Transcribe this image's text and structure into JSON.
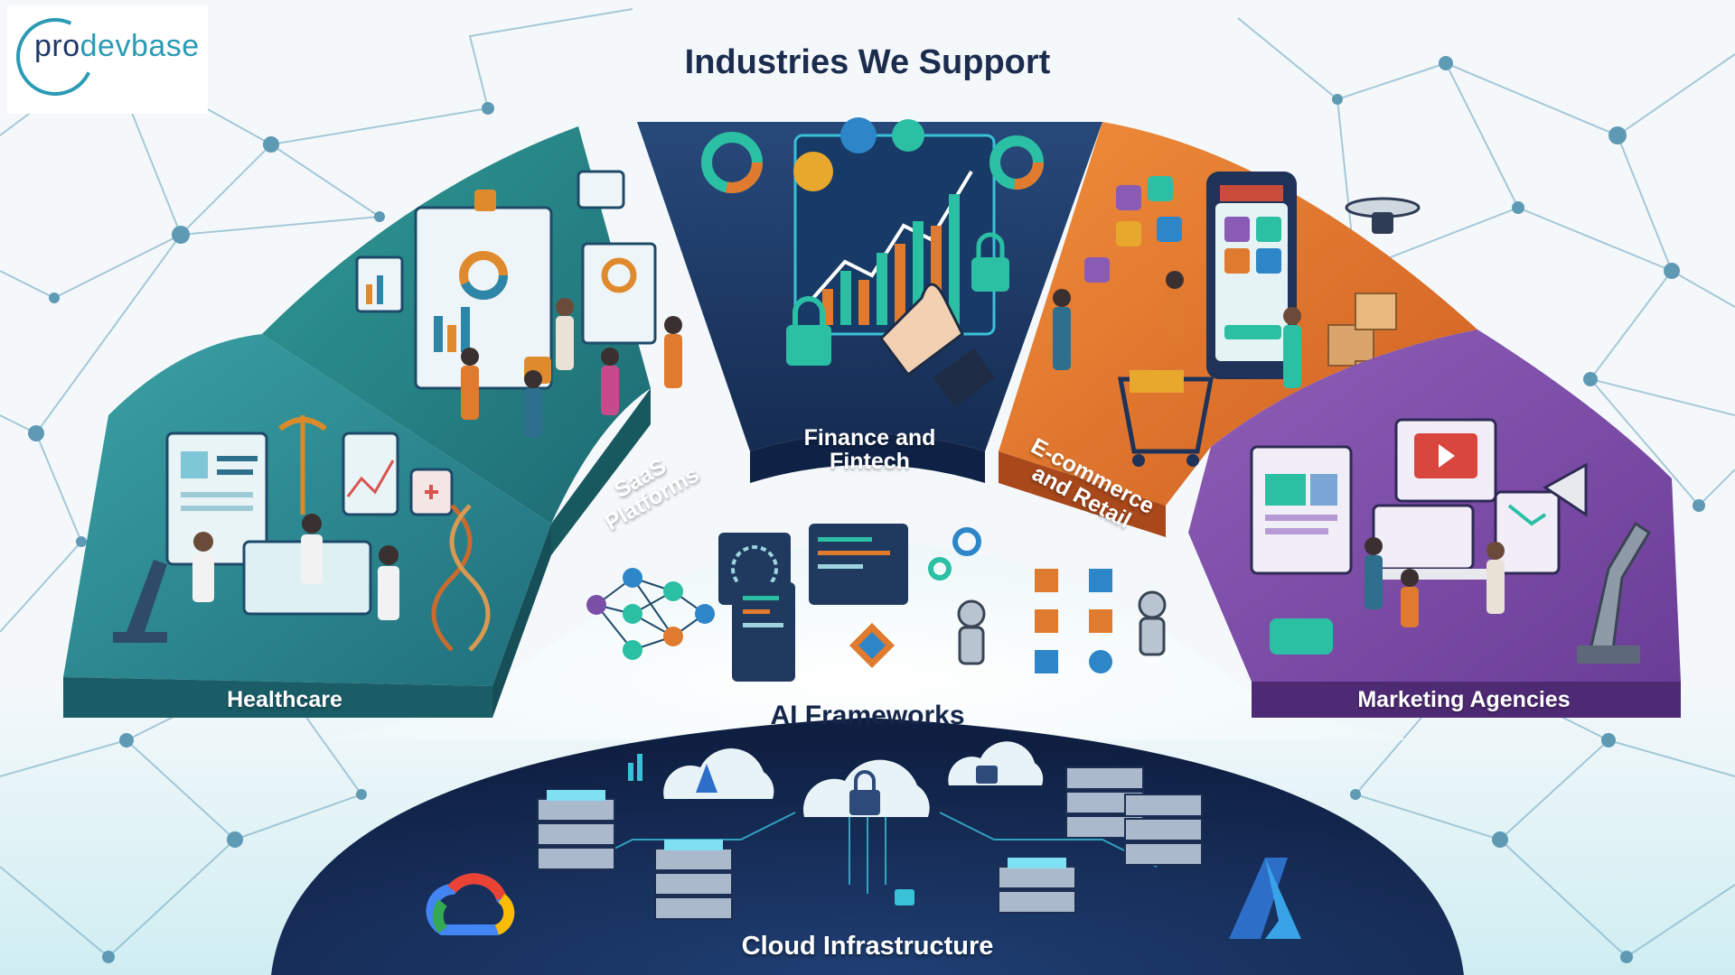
{
  "logo": {
    "text_part1": "pro",
    "text_part2": "devbase"
  },
  "title": "Industries We Support",
  "segments": [
    {
      "id": "healthcare",
      "label": "Healthcare",
      "color": "#2f8f96"
    },
    {
      "id": "saas",
      "label_line1": "SaaS",
      "label_line2": "Platforms",
      "color": "#2a7f86"
    },
    {
      "id": "finance",
      "label_line1": "Finance and",
      "label_line2": "Fintech",
      "color": "#1d3a66"
    },
    {
      "id": "ecommerce",
      "label_line1": "E-commerce",
      "label_line2": "and Retail",
      "color": "#e07a2e"
    },
    {
      "id": "marketing",
      "label": "Marketing Agencies",
      "color": "#7b4fa6"
    }
  ],
  "ai_frameworks": {
    "label": "AI Frameworks"
  },
  "cloud": {
    "label": "Cloud Infrastructure",
    "color": "#14264e"
  },
  "colors": {
    "accent": "#2b9ab4",
    "navy": "#1b2c4e",
    "network": "#7fb2c8"
  }
}
